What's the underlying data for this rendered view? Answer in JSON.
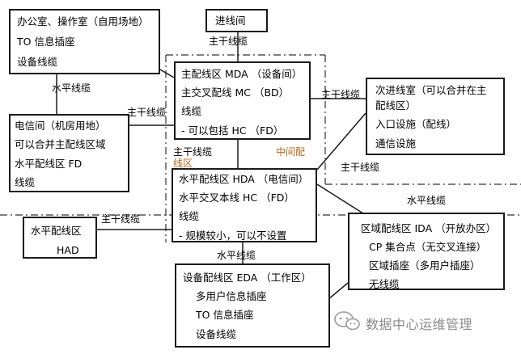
{
  "boxes": {
    "office": {
      "lines": [
        "办公室、操作室（自用场地）",
        "TO  信息插座",
        "设备线缆"
      ]
    },
    "entrance": {
      "lines": [
        "进线间"
      ]
    },
    "mda": {
      "lines": [
        "主配线区 MDA （设备间）",
        "主交叉配线 MC （BD）",
        "线缆",
        "-  可以包括  HC  （FD）"
      ]
    },
    "secondary_entrance": {
      "lines": [
        "次进线室（可以合并在主",
        "配线区）",
        "入口设施（配线）",
        "通信设施"
      ]
    },
    "telecom_room": {
      "lines": [
        "电信间（机房用地）",
        "可以合并主配线区域",
        "水平配线区  FD",
        "线缆"
      ]
    },
    "hda": {
      "lines": [
        "水平配线区 HDA （电信间）",
        "水平交叉本线  HC  （FD）",
        "线缆",
        "-  规模较小，可以不设置"
      ]
    },
    "had": {
      "lines": [
        "水平配线区",
        "HAD"
      ]
    },
    "zda": {
      "lines": [
        "区域配线区  IDA  （开放办区）",
        "CP  集合点（无交叉连接）",
        "区域插座（多用户插座）",
        "无线缆"
      ]
    },
    "eda": {
      "lines": [
        "设备配线区  EDA  （工作区）",
        "多用户信息插座",
        "TO  信息插座",
        "设备线缆"
      ]
    }
  },
  "labels": {
    "backbone_top": "主干线缆",
    "horizontal_left": "水平线缆",
    "backbone_telecom": "主干线缆",
    "backbone_secondary": "主干线缆",
    "backbone_secondary_lower": "主干线缆",
    "backbone_mid": "主干线缆",
    "intermediate": "中间配",
    "line_area": "线区",
    "horizontal_right": "水平线缆",
    "backbone_had": "主干线缆",
    "horizontal_eda": "水平线缆"
  },
  "watermark": "数据中心运维管理",
  "colors": {
    "box_border": "#1a1a1a",
    "connector": "#1a1a1a",
    "dashed_boundary": "#333333",
    "intermediate_label": "#b5651d",
    "watermark": "#8a8a8a"
  }
}
